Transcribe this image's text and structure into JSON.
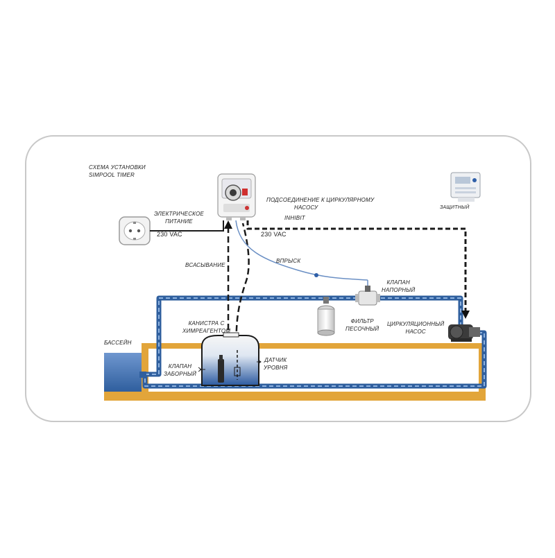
{
  "title": {
    "line1": "СХЕМА УСТАНОВКИ",
    "line2": "SIMPOOL TIMER"
  },
  "labels": {
    "power_line1": "ЭЛЕКТРИЧЕСКОЕ",
    "power_line2": "ПИТАНИЕ",
    "voltage_left": "230 VAC",
    "voltage_right": "230 VAC",
    "connection_line1": "ПОДСОЕДИНЕНИЕ К ЦИРКУЛЯРНОМУ",
    "connection_line2": "НАСОСУ",
    "cable_mark": "INHIBIT",
    "controller_mark": "ЗАЩИТНЫЙ",
    "suction": "ВСАСЫВАНИЕ",
    "injection": "ВПРЫСК",
    "check_valve_line1": "КЛАПАН",
    "check_valve_line2": "НАПОРНЫЙ",
    "sand_filter_line1": "ФИЛЬТР",
    "sand_filter_line2": "ПЕСОЧНЫЙ",
    "circ_pump_line1": "ЦИРКУЛЯЦИОННЫЙ",
    "circ_pump_line2": "НАСОС",
    "canister_line1": "КАНИСТРА С",
    "canister_line2": "ХИМРЕАГЕНТОМ",
    "pool": "БАССЕЙН",
    "foot_valve_line1": "КЛАПАН",
    "foot_valve_line2": "ЗАБОРНЫЙ",
    "level_sensor_line1": "ДАТЧИК",
    "level_sensor_line2": "УРОВНЯ"
  },
  "colors": {
    "frame": "#c8c8c8",
    "pipe": "#2f5f9e",
    "pipe_inner": "#8fb3e0",
    "pool_water": "#4a78b8",
    "pool_wall": "#e2a53a",
    "wire": "#1a1a1a",
    "tube": "#6a8fc4"
  }
}
